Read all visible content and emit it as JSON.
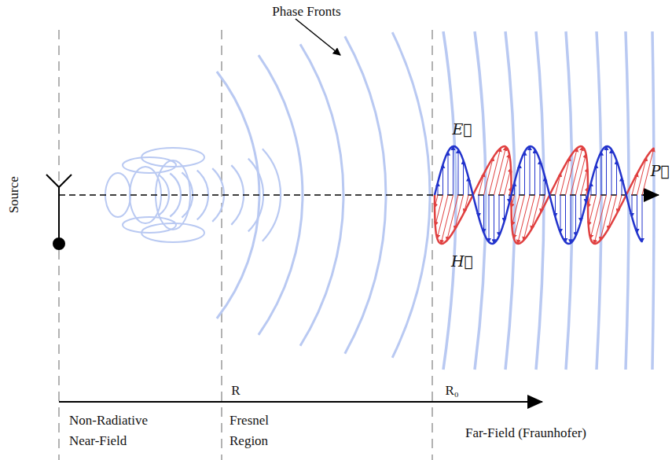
{
  "diagram": {
    "labels": [
      "Phase Fronts",
      "Source",
      "E⃗",
      "H⃗",
      "P⃗",
      "R",
      "R₀",
      "Non-Radiative Near-Field",
      "Fresnel Region",
      "Far-Field (Fraunhofer)"
    ]
  }
}
